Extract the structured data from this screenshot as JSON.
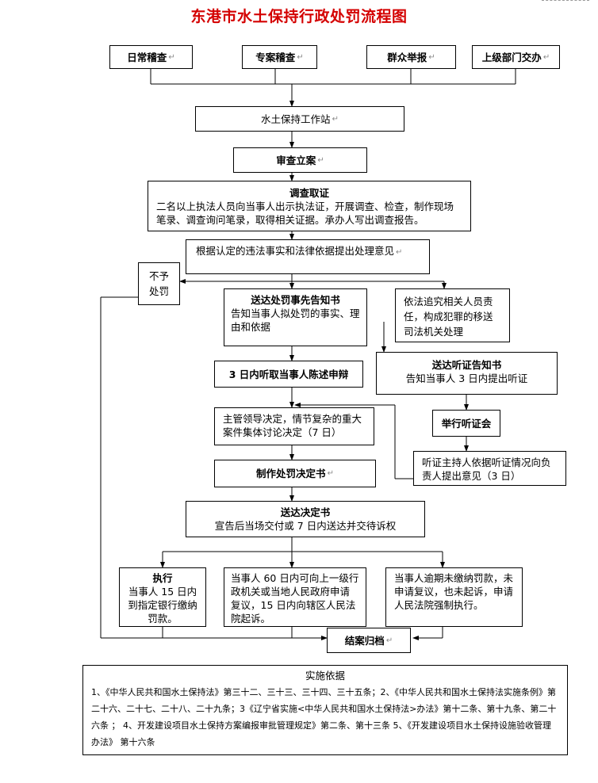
{
  "title": "东港市水土保持行政处罚流程图",
  "mark": "↵",
  "sources": [
    "日常稽查",
    "专案稽查",
    "群众举报",
    "上级部门交办"
  ],
  "station": "水土保持工作站",
  "filing": "审查立案",
  "investigation": {
    "heading": "调查取证",
    "body": "二名以上执法人员向当事人出示执法证，开展调查、检查，制作现场笔录、调查询问笔录，取得相关证据。承办人写出调查报告。"
  },
  "opinion": "根据认定的违法事实和法律依据提出处理意见",
  "no_penalty": "不予处罚",
  "prior_notice": {
    "heading": "送达处罚事先告知书",
    "body": "告知当事人拟处罚的事实、理由和依据"
  },
  "criminal": "依法追究相关人员责任，构成犯罪的移送司法机关处理",
  "statement": "3 日内听取当事人陈述申辩",
  "hearing_notice": {
    "heading": "送达听证告知书",
    "body": "告知当事人 3 日内提出听证"
  },
  "decision_by_leader": "主管领导决定，情节复杂的重大案件集体讨论决定（7 日）",
  "hold_hearing": "举行听证会",
  "hearing_host": "听证主持人依据听证情况向负责人提出意见（3 日）",
  "make_decision": "制作处罚决定书",
  "deliver_decision": {
    "heading": "送达决定书",
    "body": "宣告后当场交付或 7 日内送达并交待诉权"
  },
  "execute": {
    "heading": "执行",
    "body": "当事人 15 日内到指定银行缴纳罚款。"
  },
  "appeal": "当事人 60 日内可向上一级行政机关或当地人民政府申请复议，15 日内向辖区人民法院起诉。",
  "enforce": "当事人逾期未缴纳罚款，未申请复议，也未起诉，申请人民法院强制执行。",
  "close_case": "结案归档",
  "basis": {
    "heading": "实施依据",
    "body": "1、《中华人民共和国水土保持法》第三十二、三十三、三十四、三十五条；2、《中华人民共和国水土保持法实施条例》第二十六、二十七、二十八、二十九条；3《辽宁省实施<中华人民共和国水土保持法>办法》第十二条、第十九条、第二十六条 ； 4、开发建设项目水土保持方案编报审批管理规定》第二条、第十三条 5、《开发建设项目水土保持设施验收管理办法》 第十六条"
  },
  "colors": {
    "title": "#d40000",
    "line": "#000000"
  }
}
